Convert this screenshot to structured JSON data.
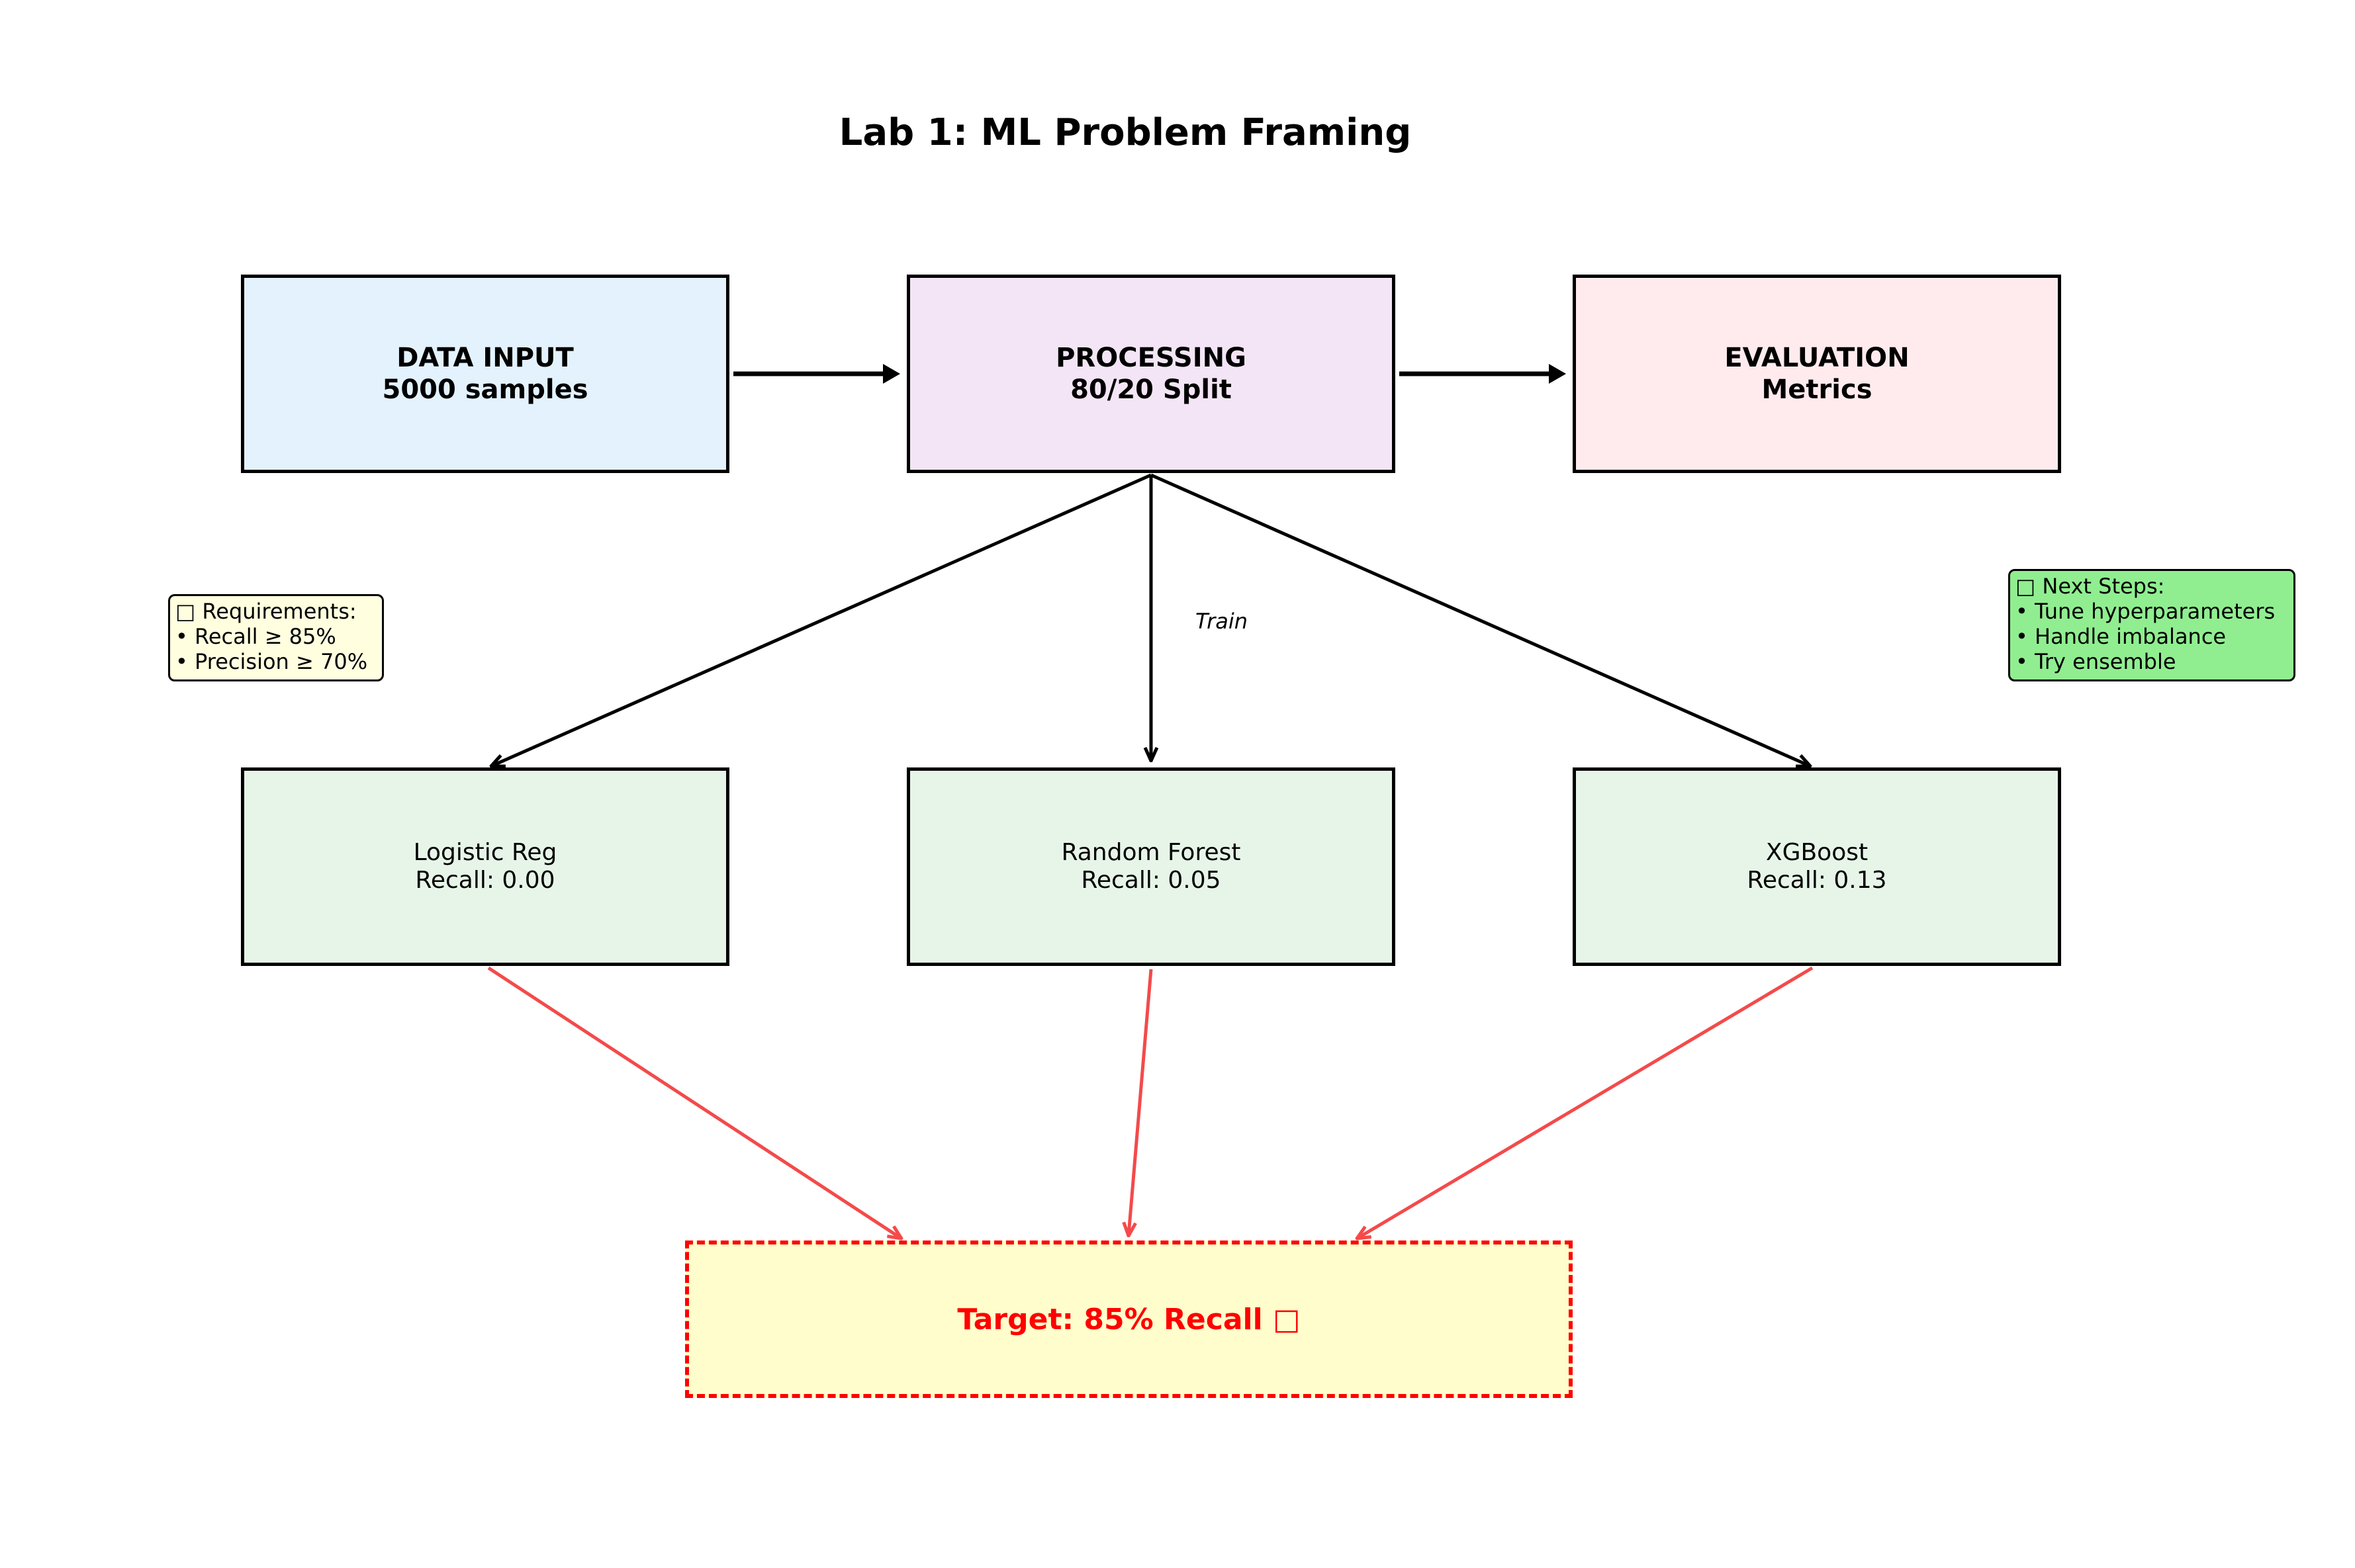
{
  "title": "Lab 1: ML Problem Framing",
  "stages": {
    "data_input": {
      "line1": "DATA INPUT",
      "line2": "5000 samples"
    },
    "processing": {
      "line1": "PROCESSING",
      "line2": "80/20 Split"
    },
    "evaluation": {
      "line1": "EVALUATION",
      "line2": "Metrics"
    }
  },
  "edge_label": "Train",
  "models": [
    {
      "name": "Logistic Reg",
      "recall": "Recall: 0.00"
    },
    {
      "name": "Random Forest",
      "recall": "Recall: 0.05"
    },
    {
      "name": "XGBoost",
      "recall": "Recall: 0.13"
    }
  ],
  "notes": {
    "requirements": "□ Requirements:\n• Recall ≥ 85%\n• Precision ≥ 70%",
    "next_steps": "□ Next Steps:\n• Tune hyperparameters\n• Handle imbalance\n• Try ensemble"
  },
  "target": "Target: 85% Recall □",
  "colors": {
    "data_input_fill": "#e3f2fd",
    "processing_fill": "#f3e5f5",
    "evaluation_fill": "#ffebee",
    "model_fill": "#e7f5e9",
    "target_fill": "#fffdcc",
    "target_border": "#ff0000",
    "red_arrow": "#f44a4a",
    "requirements_fill": "#ffffe0",
    "next_steps_fill": "#90ee90"
  }
}
